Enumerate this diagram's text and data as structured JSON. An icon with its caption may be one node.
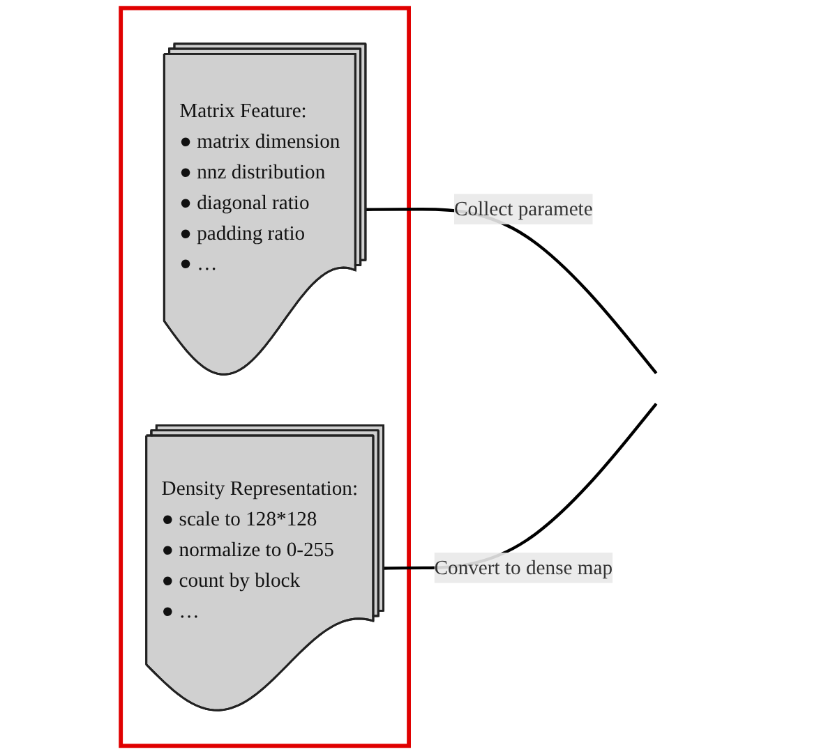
{
  "diagram": {
    "nodes": [
      {
        "text": [],
        "shape": "box"
      },
      {
        "text": [
          "Matrix Feature:",
          "● matrix dimension",
          "● nnz distribution",
          "● diagonal ratio",
          "● padding ratio",
          "● …"
        ],
        "in": 0
      },
      {
        "text": [
          "Density Representation:",
          "● scale to 128*128",
          "● normalize to 0-255",
          "● count by block",
          "● …"
        ],
        "in": 0
      }
    ],
    "edges": [
      {
        "from": 1,
        "to": null,
        "arrow": "none",
        "label": "Collect paramete"
      },
      {
        "from": 2,
        "to": null,
        "arrow": "none",
        "label": "Convert to dense map"
      }
    ]
  }
}
